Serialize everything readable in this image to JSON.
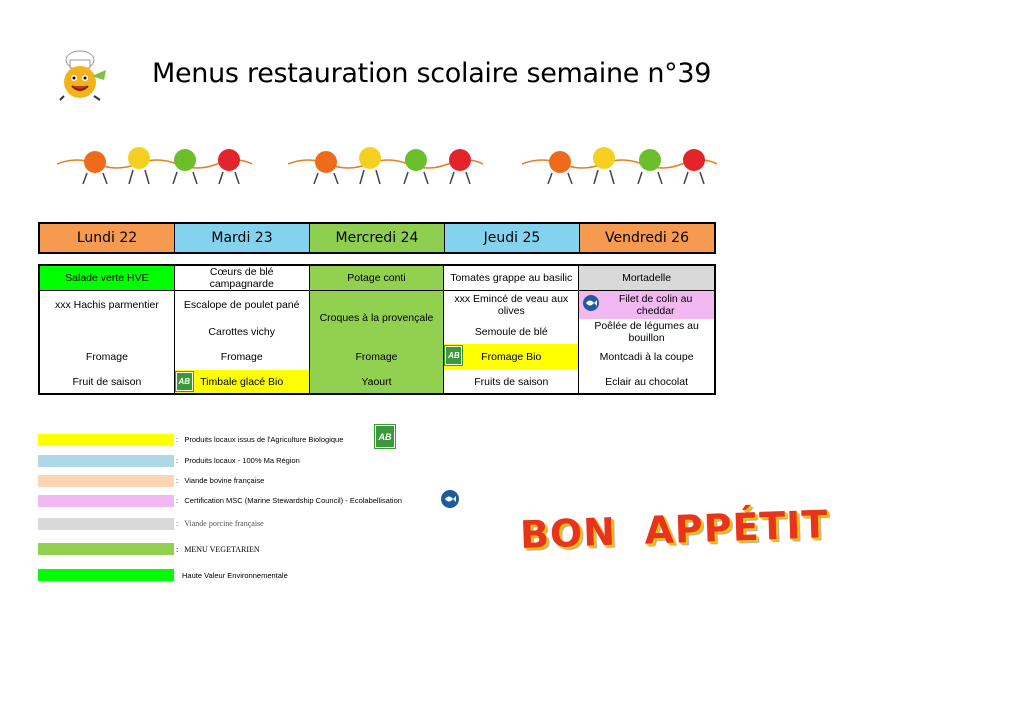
{
  "title": "Menus restauration scolaire semaine n°39",
  "days": [
    {
      "label": "Lundi 22",
      "color": "#f59a4e"
    },
    {
      "label": "Mardi 23",
      "color": "#83d3ef"
    },
    {
      "label": "Mercredi 24",
      "color": "#8fcf4f"
    },
    {
      "label": "Jeudi 25",
      "color": "#83d3ef"
    },
    {
      "label": "Vendredi 26",
      "color": "#f59a4e"
    }
  ],
  "menu": {
    "lundi": {
      "entree": "Salade verte HVE",
      "plat": "xxx Hachis parmentier",
      "accompagnement": "",
      "fromage": "Fromage",
      "dessert": "Fruit de saison"
    },
    "mardi": {
      "entree": "Cœurs de blé campagnarde",
      "plat": "Escalope de poulet pané",
      "accompagnement": "Carottes vichy",
      "fromage": "Fromage",
      "dessert": "Timbale glacé Bio"
    },
    "mercredi": {
      "entree": "Potage conti",
      "plat": "Croques à la provençale",
      "fromage": "Fromage",
      "dessert": "Yaourt"
    },
    "jeudi": {
      "entree": "Tomates grappe au basilic",
      "plat": "xxx Emincé de veau aux olives",
      "accompagnement": "Semoule de blé",
      "fromage": "Fromage Bio",
      "dessert": "Fruits de saison"
    },
    "vendredi": {
      "entree": "Mortadelle",
      "plat": "Filet de colin au cheddar",
      "accompagnement": "Poêlée de légumes au bouillon",
      "fromage": "Montcadi à la coupe",
      "dessert": "Eclair au chocolat"
    }
  },
  "colors": {
    "bio": "#ffff00",
    "region": "#add8e6",
    "bovine": "#fcd5b4",
    "msc": "#f1b8f1",
    "porcine": "#d9d9d9",
    "vegetarien": "#92d050",
    "hve": "#00ff00"
  },
  "legend": [
    {
      "text": "Produits locaux issus de l'Agriculture Biologique",
      "color": "#ffff00"
    },
    {
      "text": "Produits locaux - 100% Ma Région",
      "color": "#add8e6"
    },
    {
      "text": "Viande bovine française",
      "color": "#fcd5b4"
    },
    {
      "text": "Certification MSC (Marine Stewardship Council) - Ecolabellisation",
      "color": "#f1b8f1"
    },
    {
      "text": "Viande porcine française",
      "color": "#d9d9d9"
    },
    {
      "text": "MENU VEGETARIEN",
      "color": "#92d050"
    },
    {
      "text": "Haute Valeur Environnementale",
      "color": "#00ff00"
    }
  ],
  "legend_separator": ":",
  "icons": {
    "ab": "AB",
    "msc": "fish-logo"
  },
  "bon_appetit": "BON  APPÉTIT"
}
